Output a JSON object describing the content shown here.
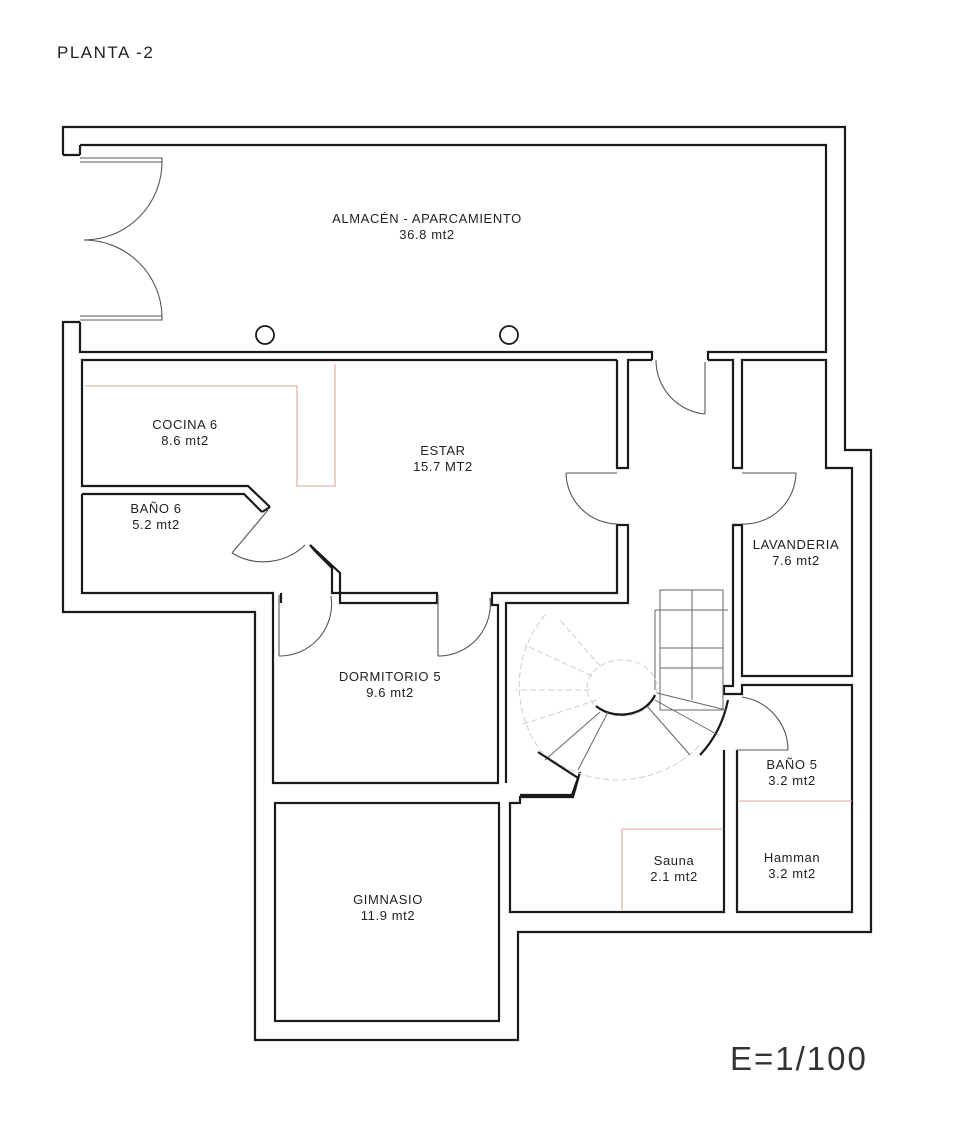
{
  "title": "PLANTA -2",
  "scale": "E=1/100",
  "rooms": [
    {
      "id": "almacen",
      "name": "ALMACÉN - APARCAMIENTO",
      "area": "36.8 mt2"
    },
    {
      "id": "cocina",
      "name": "COCINA 6",
      "area": "8.6 mt2"
    },
    {
      "id": "estar",
      "name": "ESTAR",
      "area": "15.7 MT2"
    },
    {
      "id": "bano6",
      "name": "BAÑO 6",
      "area": "5.2 mt2"
    },
    {
      "id": "lavanderia",
      "name": "LAVANDERIA",
      "area": "7.6 mt2"
    },
    {
      "id": "dormitorio",
      "name": "DORMITORIO 5",
      "area": "9.6 mt2"
    },
    {
      "id": "bano5",
      "name": "BAÑO 5",
      "area": "3.2 mt2"
    },
    {
      "id": "sauna",
      "name": "Sauna",
      "area": "2.1 mt2"
    },
    {
      "id": "hamman",
      "name": "Hamman",
      "area": "3.2 mt2"
    },
    {
      "id": "gimnasio",
      "name": "GIMNASIO",
      "area": "11.9 mt2"
    }
  ],
  "colors": {
    "wall": "#1a1a1a",
    "counter": "#d9a59a",
    "stair": "#666666",
    "background": "#ffffff"
  }
}
